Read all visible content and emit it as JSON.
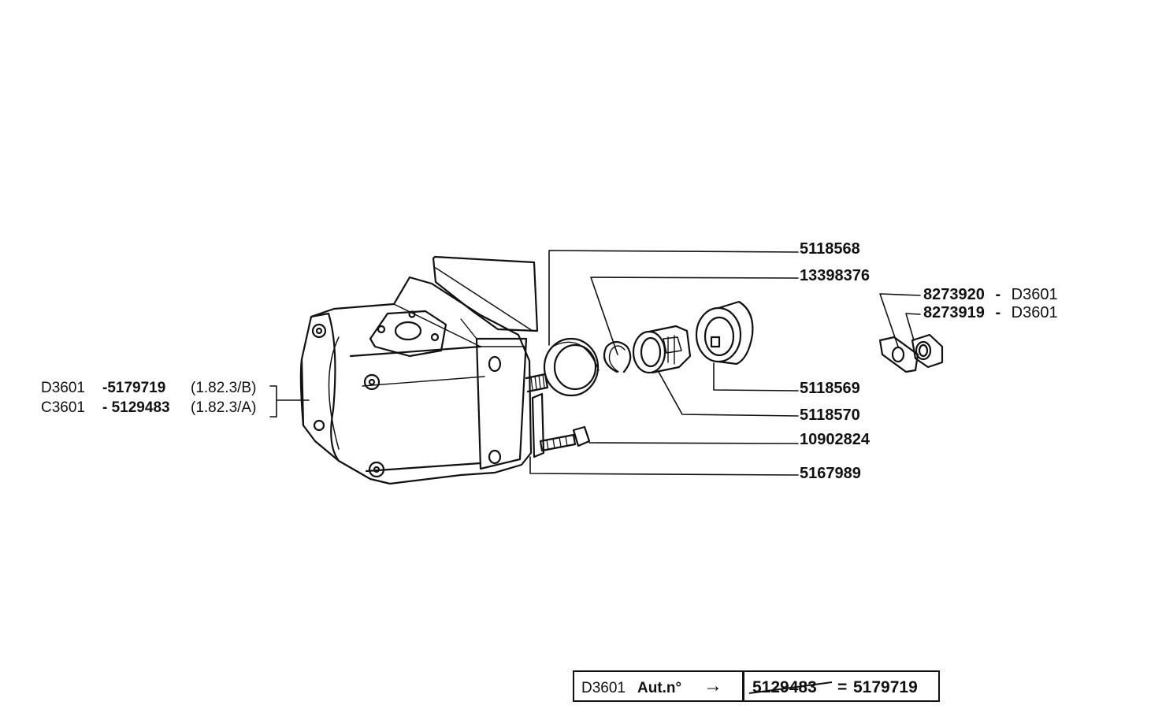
{
  "callouts": [
    {
      "id": "c1",
      "text": "5118568"
    },
    {
      "id": "c2",
      "text": "13398376"
    },
    {
      "id": "c3",
      "text": "8273920",
      "suffix": "D3601"
    },
    {
      "id": "c4",
      "text": "8273919",
      "suffix": "D3601"
    },
    {
      "id": "c5",
      "text": "5118569"
    },
    {
      "id": "c6",
      "text": "5118570"
    },
    {
      "id": "c7",
      "text": "10902824"
    },
    {
      "id": "c8",
      "text": "5167989"
    }
  ],
  "pump_variants": [
    {
      "model": "D3601",
      "part": "-5179719",
      "ref": "(1.82.3/B)"
    },
    {
      "model": "C3601",
      "part": "- 5129483",
      "ref": "(1.82.3/A)"
    }
  ],
  "dash": "-",
  "footer": {
    "model": "D3601",
    "label": "Aut.n°",
    "arrow": "→",
    "old_part": "5129483",
    "equals": "=",
    "new_part": "5179719"
  }
}
